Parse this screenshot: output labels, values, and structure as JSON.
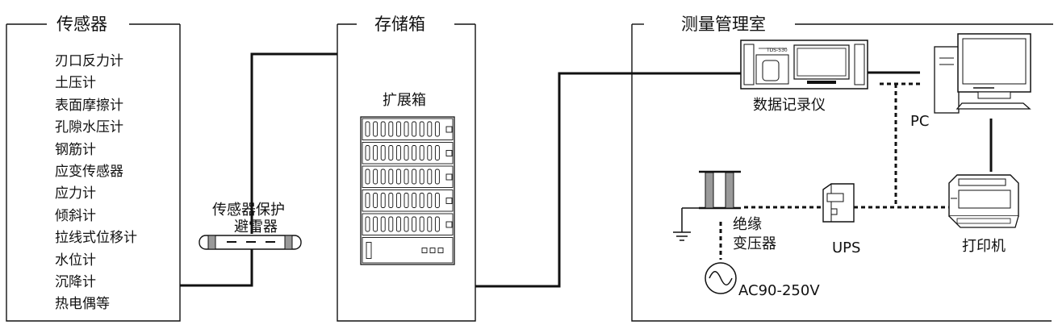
{
  "sensors": {
    "title": "传感器",
    "items": [
      "刃口反力计",
      "土压计",
      "表面摩擦计",
      "孔隙水压计",
      "钢筋计",
      "应变传感器",
      "应力计",
      "倾斜计",
      "拉线式位移计",
      "水位计",
      "沉降计",
      "热电偶等"
    ]
  },
  "storage": {
    "title": "存储箱",
    "expansion_label": "扩展箱"
  },
  "measurement_room": {
    "title": "测量管理室",
    "data_logger_label": "数据记录仪",
    "data_logger_model": "TDS-530",
    "pc_label": "PC",
    "printer_label": "打印机",
    "ups_label": "UPS",
    "transformer_label_line1": "绝缘",
    "transformer_label_line2": "变压器",
    "power_label": "AC90-250V"
  },
  "protector": {
    "label_line1": "传感器保护",
    "label_line2": "避雷器"
  }
}
